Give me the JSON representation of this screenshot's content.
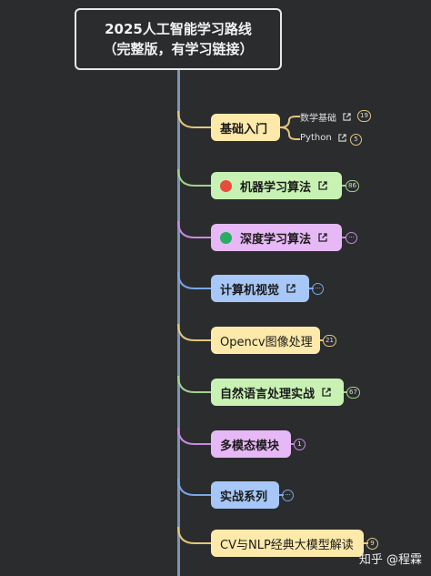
{
  "root": {
    "title_line1": "2025人工智能学习路线",
    "title_line2": "（完整版，有学习链接）"
  },
  "nodes": [
    {
      "label": "基础入门",
      "color": "#fde9a9"
    },
    {
      "label": "机器学习算法",
      "color": "#c8f2b3",
      "status_dot": "#e74c3c",
      "badge": "86"
    },
    {
      "label": "深度学习算法",
      "color": "#e6b8f5",
      "status_dot": "#27ae60",
      "badge": "···"
    },
    {
      "label": "计算机视觉",
      "color": "#a6c7f7",
      "badge": "···"
    },
    {
      "label": "Opencv图像处理",
      "color": "#fde9a9",
      "badge": "21"
    },
    {
      "label": "自然语言处理实战",
      "color": "#c8f2b3",
      "badge": "67"
    },
    {
      "label": "多模态模块",
      "color": "#e6b8f5",
      "badge": "1"
    },
    {
      "label": "实战系列",
      "color": "#a6c7f7",
      "badge": "···"
    },
    {
      "label": "CV与NLP经典大模型解读",
      "color": "#fde9a9",
      "badge": "9"
    }
  ],
  "sub_nodes": [
    {
      "label": "数学基础",
      "badge": "19"
    },
    {
      "label": "Python",
      "badge": "5"
    }
  ],
  "watermark": "知乎 @程霖",
  "icons": {
    "external": "external-link-icon"
  }
}
